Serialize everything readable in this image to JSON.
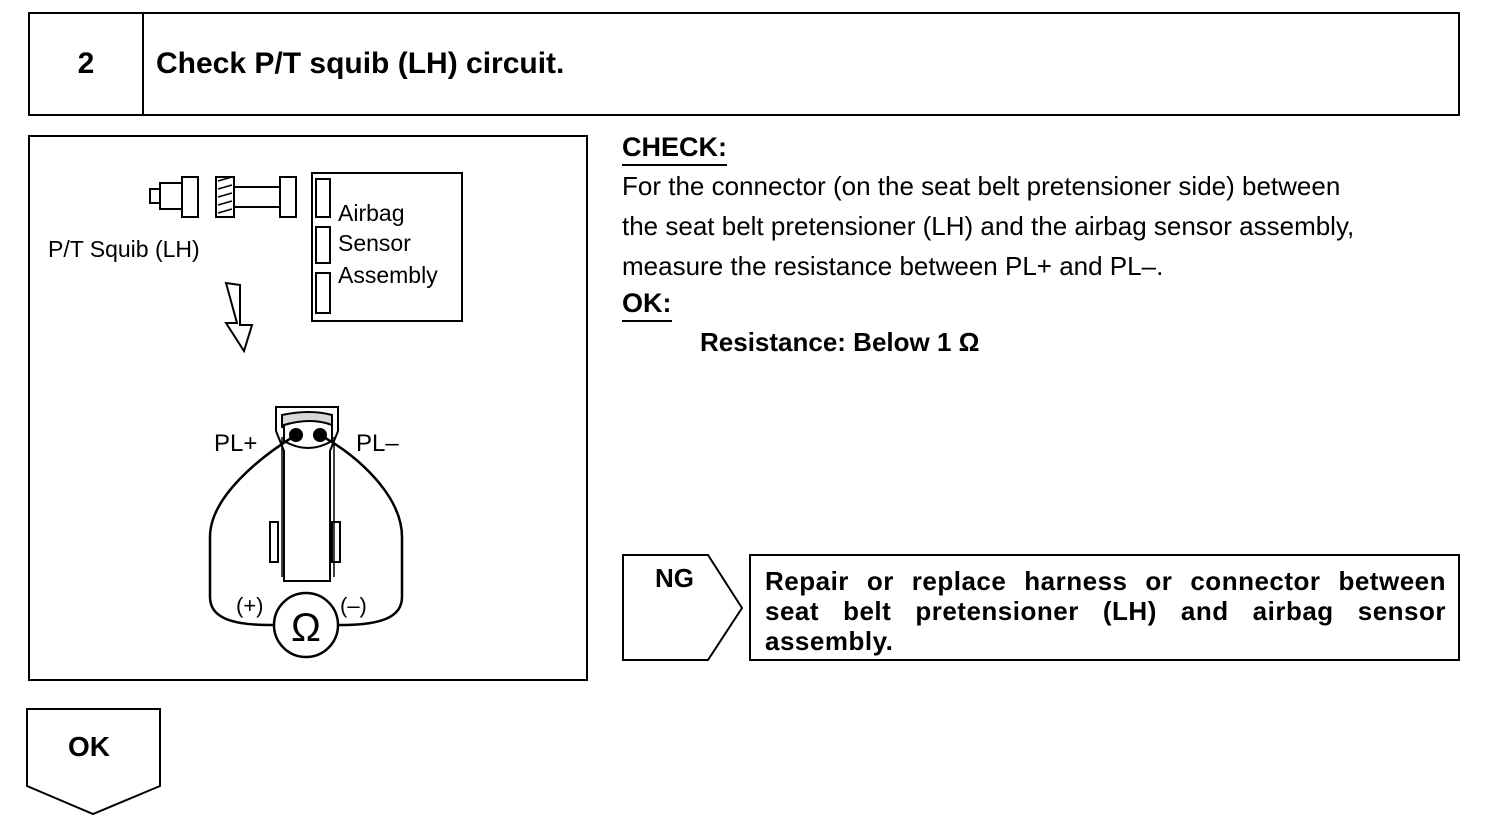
{
  "step": {
    "number": "2",
    "title": "Check P/T squib (LH) circuit."
  },
  "figure": {
    "squib_label": "P/T Squib (LH)",
    "sensor_label_lines": [
      "Airbag",
      "Sensor",
      "Assembly"
    ],
    "pin_plus_label": "PL+",
    "pin_minus_label": "PL–",
    "meter_plus_label": "(+)",
    "meter_minus_label": "(–)",
    "meter_symbol": "Ω"
  },
  "check": {
    "heading": "CHECK:",
    "lines": [
      "For the connector (on the seat belt pretensioner side) between",
      "the seat belt pretensioner (LH) and the airbag sensor assembly,",
      "measure the resistance between PL+ and PL–."
    ]
  },
  "ok_spec": {
    "heading": "OK:",
    "value": "Resistance: Below 1 Ω"
  },
  "ng": {
    "label": "NG",
    "action": "Repair or replace harness or connector between seat belt pretensioner (LH) and airbag sensor assembly."
  },
  "ok_branch": {
    "label": "OK"
  }
}
